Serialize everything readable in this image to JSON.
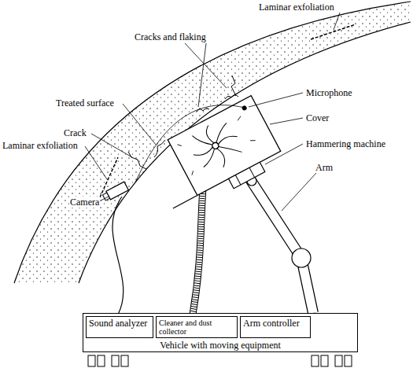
{
  "diagram": {
    "nodes": [
      {
        "text": [
          "Vehicle with moving equipment"
        ]
      },
      {
        "text": [
          "Sound analyzer"
        ],
        "in": 0
      },
      {
        "text": [
          "Cleaner and dust collector"
        ],
        "in": 0
      },
      {
        "text": [
          "Arm controller"
        ],
        "in": 0
      }
    ],
    "labels": [
      "Laminar exfoliation",
      "Cracks and flaking",
      "Microphone",
      "Treated surface",
      "Cover",
      "Crack",
      "Hammering machine",
      "Laminar exfoliation",
      "Arm",
      "Camera"
    ]
  }
}
